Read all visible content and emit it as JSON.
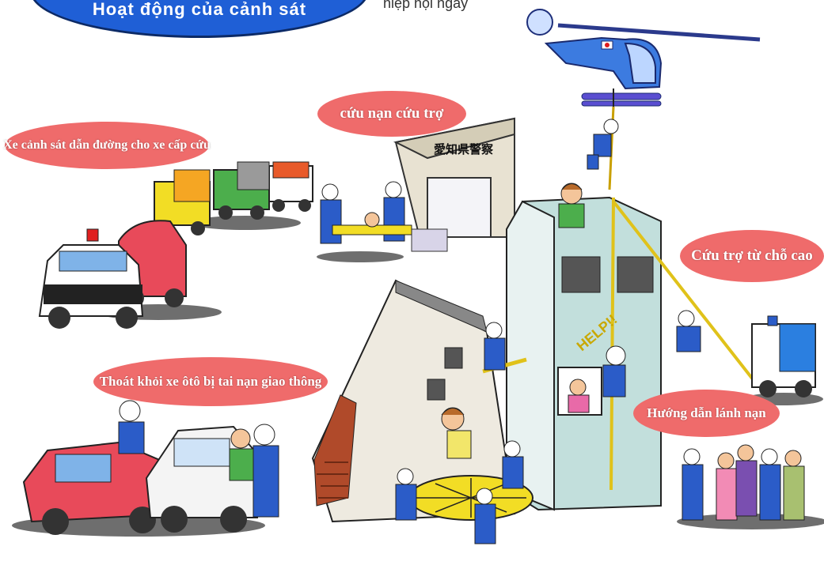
{
  "title_banner": {
    "text": "Hoạt động của cảnh sát"
  },
  "top_caption": {
    "text": "hiệp hội ngày"
  },
  "building_sign": {
    "text": "愛知県警察"
  },
  "help_text": {
    "text": "HELP!!"
  },
  "labels": {
    "escort": "Xe cảnh sát dẫn đường cho xe cấp cứu",
    "rescue": "cứu nạn cứu trợ",
    "height_rescue": "Cứu trợ từ chỗ cao",
    "traffic_accident": "Thoát khỏi xe ôtô bị tai nạn giao thông",
    "evacuation": "Hướng dẫn lánh nạn"
  },
  "colors": {
    "label_bubble": "#ef6b6b",
    "title_bubble": "#1f5fd6",
    "police_blue": "#2b5cc8",
    "helicopter_blue": "#3c7be0"
  },
  "icons": [
    "helicopter-icon",
    "police-car-icon",
    "ambulance-icon",
    "stretcher-icon",
    "ladder-icon"
  ]
}
